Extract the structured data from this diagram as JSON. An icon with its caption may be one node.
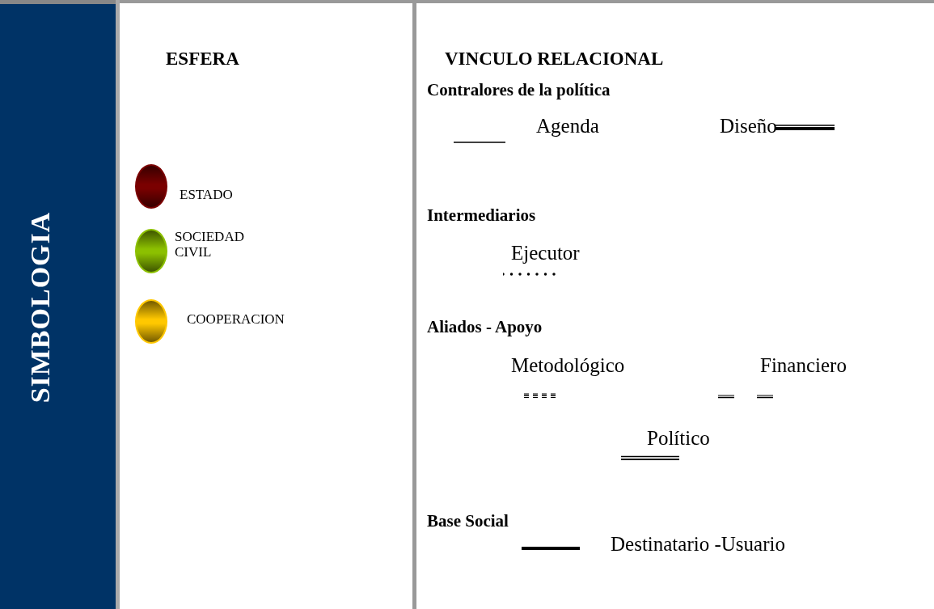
{
  "diagram": {
    "title": "SIMBOLOGIA",
    "labels": [
      "ESFERA",
      "VINCULO RELACIONAL",
      "Contralores de la política",
      "Intermediarios",
      "Aliados - Apoyo",
      "Base Social"
    ],
    "legend": [
      {
        "text": "ESTADO",
        "color": "#7a0000"
      },
      {
        "text": "SOCIEDAD CIVIL",
        "color": "#8cc000"
      },
      {
        "text": "COOPERACION",
        "color": "#ffc800"
      },
      {
        "text": "Agenda"
      },
      {
        "text": "Diseño"
      },
      {
        "text": "Ejecutor"
      },
      {
        "text": "Metodológico"
      },
      {
        "text": "Financiero"
      },
      {
        "text": "Político"
      },
      {
        "text": "Destinatario -Usuario"
      }
    ]
  }
}
